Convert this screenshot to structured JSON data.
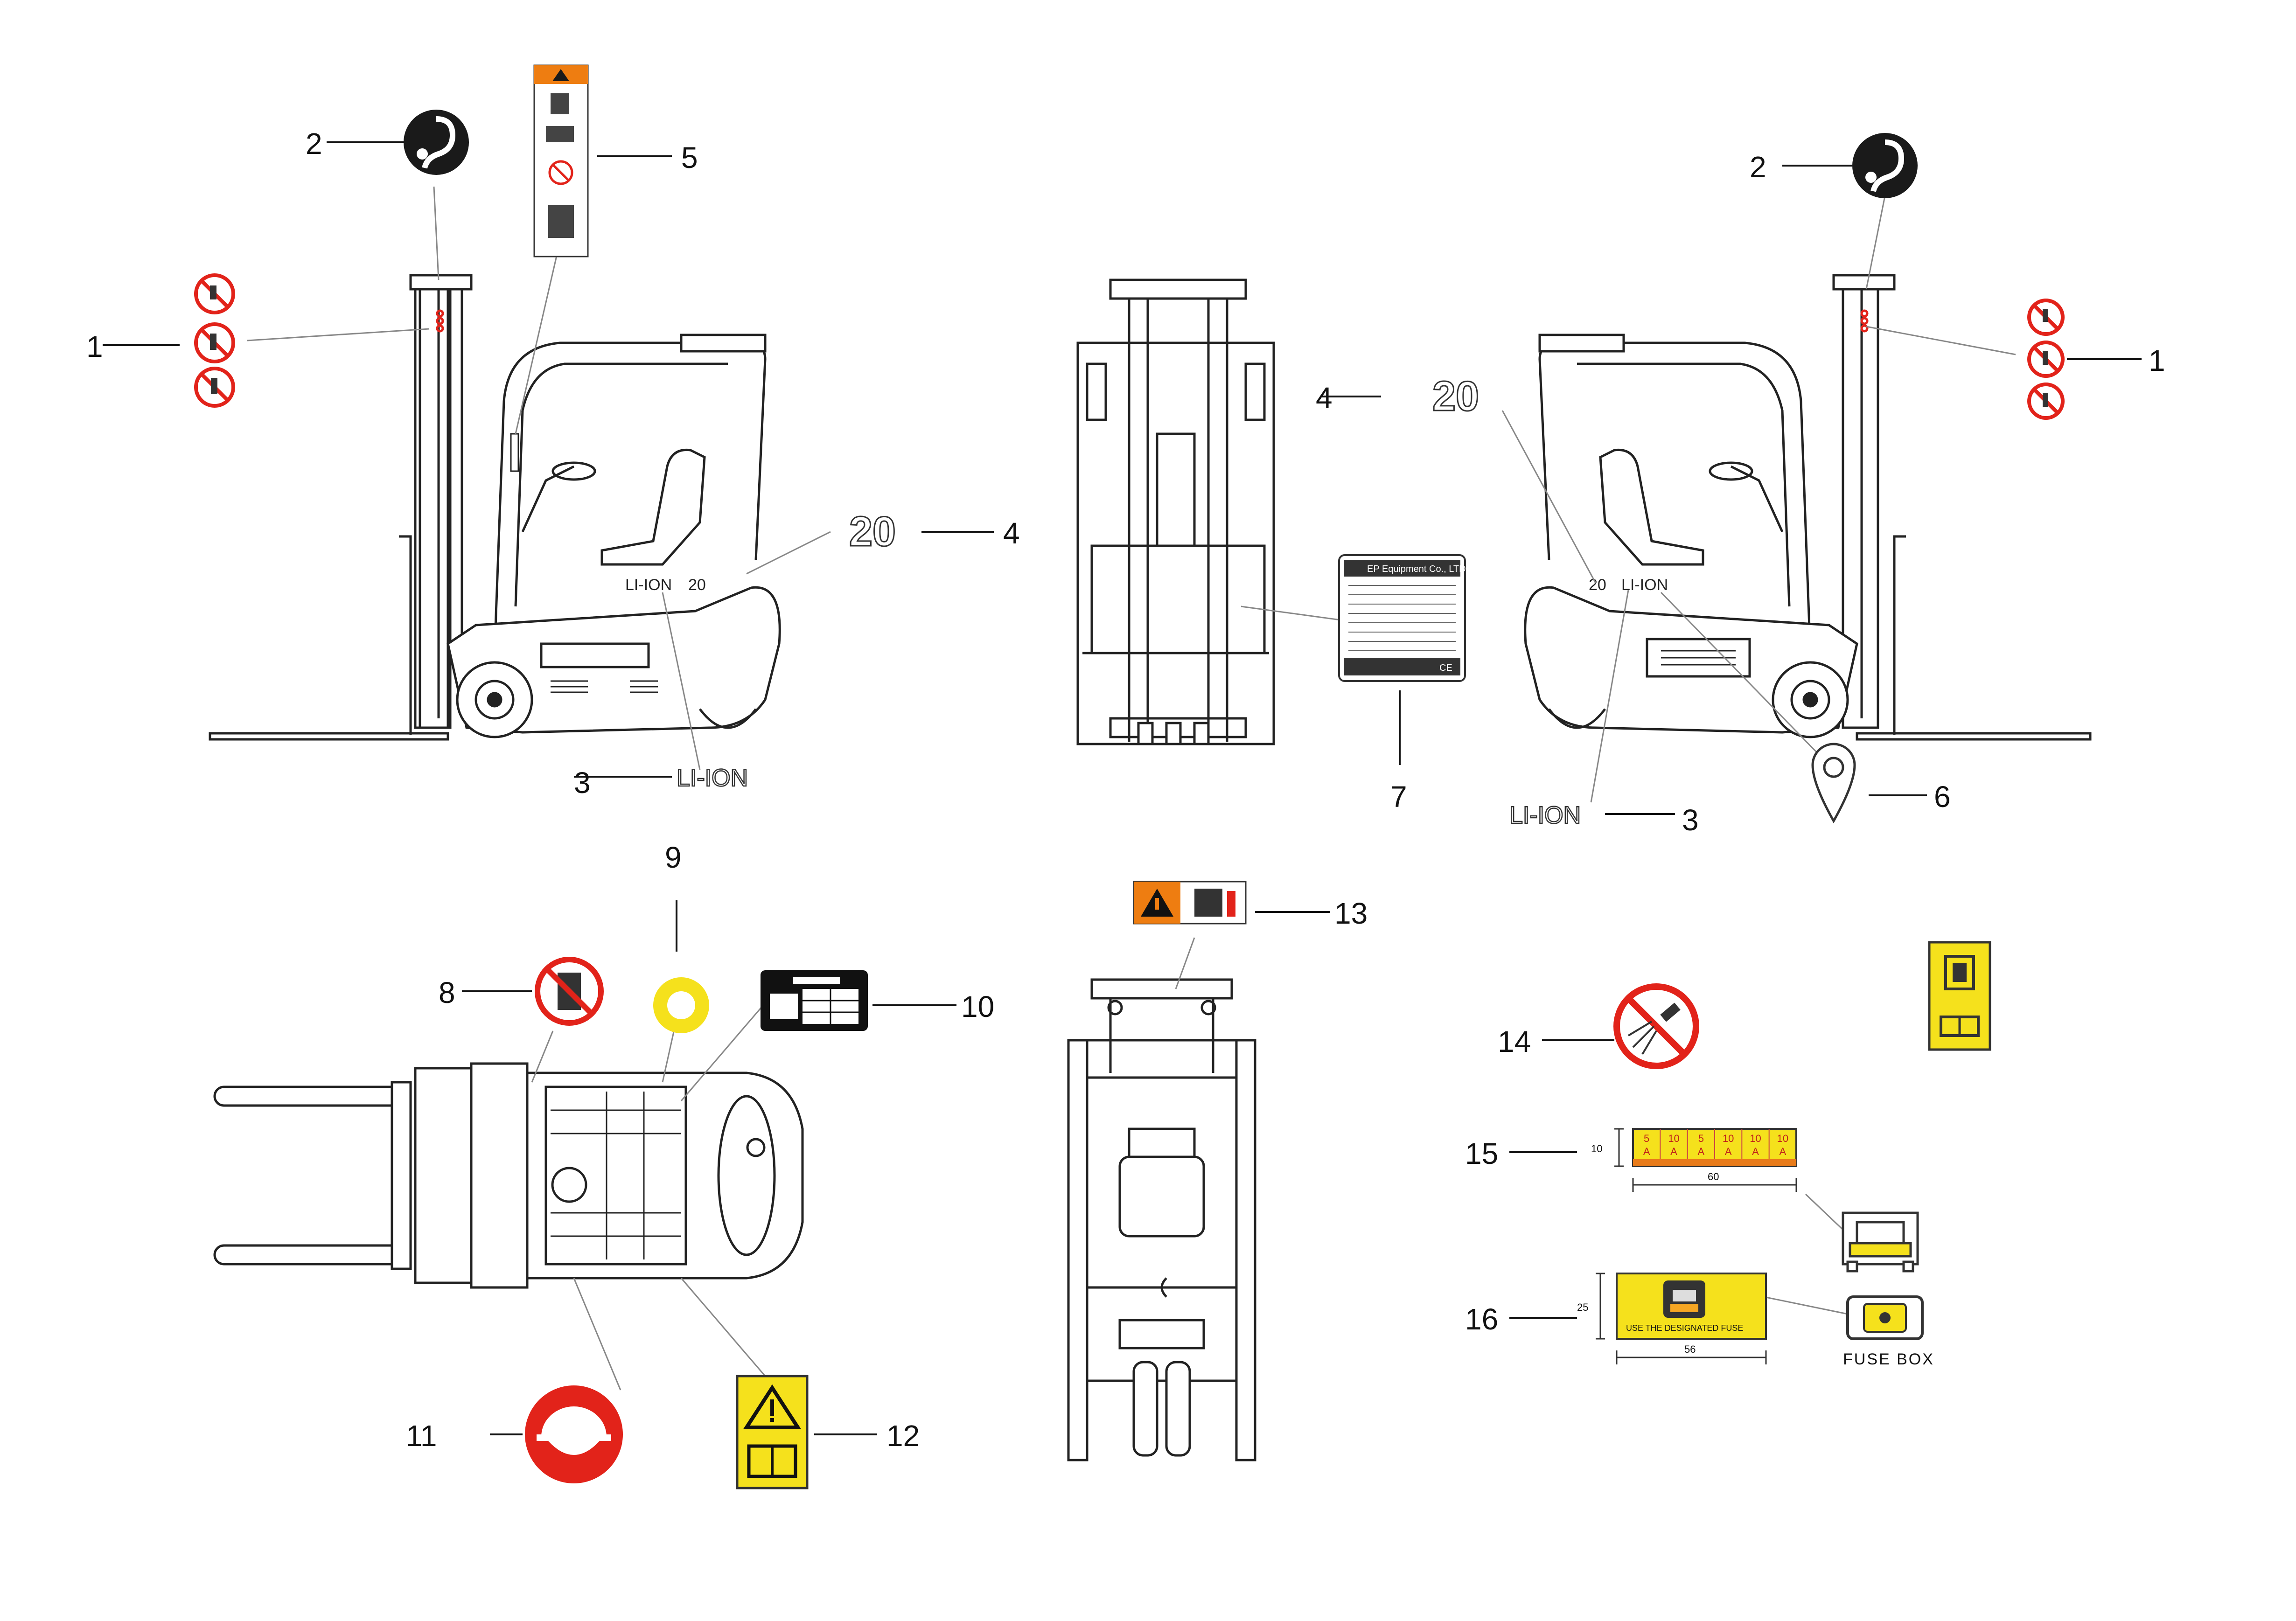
{
  "callouts": {
    "c1_left": "1",
    "c2_left": "2",
    "c3_left": "3",
    "c4_left": "4",
    "c5": "5",
    "c4_mid": "4",
    "c7": "7",
    "c2_right": "2",
    "c1_right": "1",
    "c3_right": "3",
    "c6": "6",
    "c9": "9",
    "c8": "8",
    "c10": "10",
    "c11": "11",
    "c12": "12",
    "c13": "13",
    "c14": "14",
    "c15": "15",
    "c16": "16"
  },
  "labels": {
    "model_number": "20",
    "lithium_text": "LI-ION",
    "fuse_box": "FUSE BOX",
    "fuse_sticker_text": "USE THE DESIGNATED FUSE",
    "nameplate_brand": "EP Equipment Co., LTD.",
    "nameplate_ce": "CE"
  },
  "dimensions": {
    "label15_height": "10",
    "label15_width": "60",
    "label16_height": "25",
    "label16_width": "56"
  },
  "fuse_ratings": [
    {
      "amp": "5",
      "unit": "A"
    },
    {
      "amp": "10",
      "unit": "A"
    },
    {
      "amp": "5",
      "unit": "A"
    },
    {
      "amp": "10",
      "unit": "A"
    },
    {
      "amp": "10",
      "unit": "A"
    },
    {
      "amp": "10",
      "unit": "A"
    }
  ],
  "colors": {
    "prohibition_red": "#e2231a",
    "warning_yellow": "#f5e11c",
    "warning_orange": "#ee7d11",
    "hook_black": "#1a1a1a"
  }
}
